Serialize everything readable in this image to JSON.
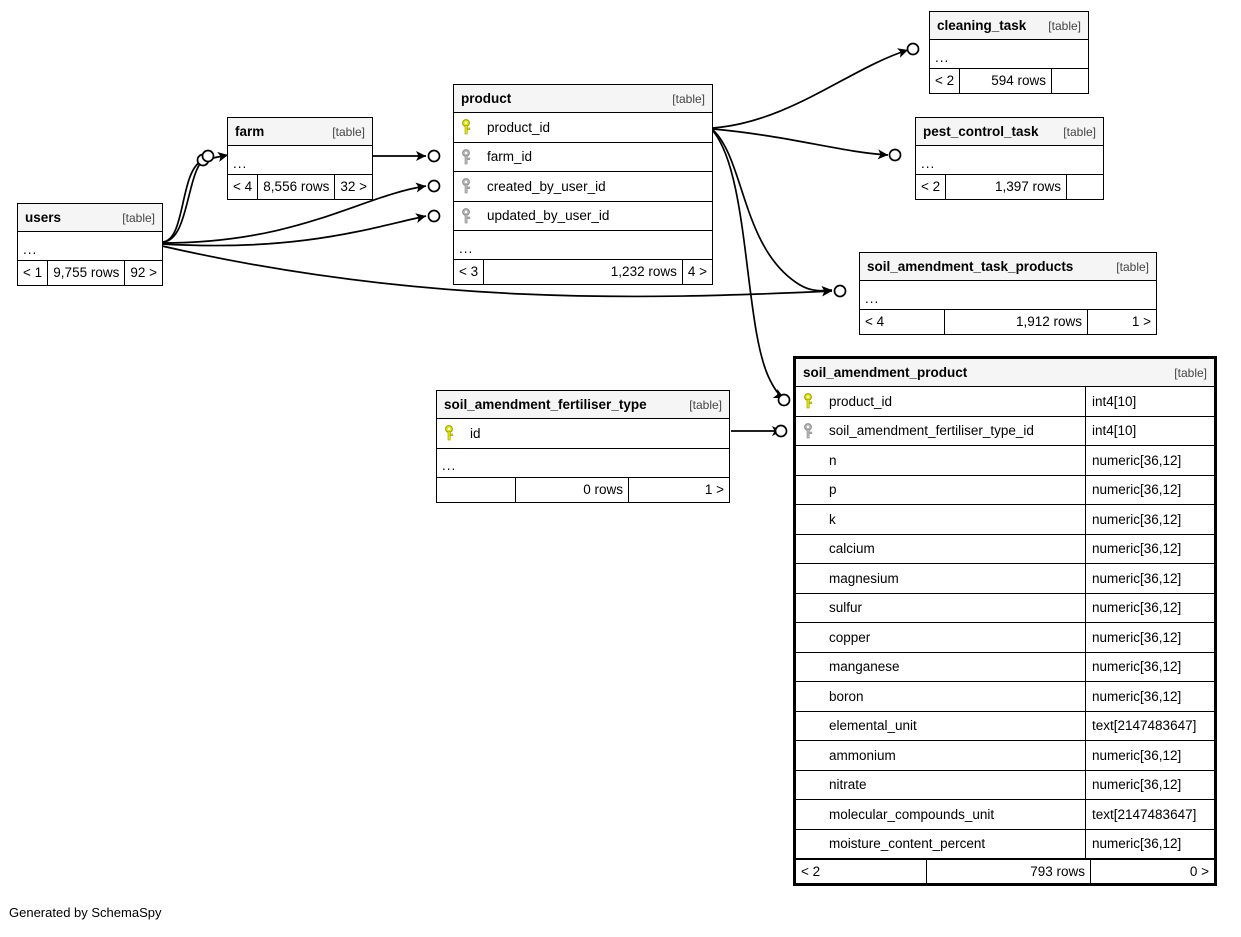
{
  "diagram": {
    "generator_credit": "Generated by SchemaSpy",
    "table_tag": "[table]",
    "ellipsis": "...",
    "rows_suffix": "rows"
  },
  "tables": {
    "users": {
      "name": "users",
      "tag": "[table]",
      "ellipsis": "...",
      "footer": {
        "left": "< 1",
        "mid": "9,755 rows",
        "right": "92 >"
      }
    },
    "farm": {
      "name": "farm",
      "tag": "[table]",
      "ellipsis": "...",
      "footer": {
        "left": "< 4",
        "mid": "8,556 rows",
        "right": "32 >"
      }
    },
    "product": {
      "name": "product",
      "tag": "[table]",
      "ellipsis": "...",
      "columns": [
        {
          "name": "product_id",
          "key": "primary-key-icon"
        },
        {
          "name": "farm_id",
          "key": "foreign-key-icon"
        },
        {
          "name": "created_by_user_id",
          "key": "foreign-key-icon"
        },
        {
          "name": "updated_by_user_id",
          "key": "foreign-key-icon"
        }
      ],
      "footer": {
        "left": "< 3",
        "mid": "1,232 rows",
        "right": "4 >"
      }
    },
    "cleaning_task": {
      "name": "cleaning_task",
      "tag": "[table]",
      "ellipsis": "...",
      "footer": {
        "left": "< 2",
        "mid": "594 rows",
        "right": ""
      }
    },
    "pest_control_task": {
      "name": "pest_control_task",
      "tag": "[table]",
      "ellipsis": "...",
      "footer": {
        "left": "< 2",
        "mid": "1,397 rows",
        "right": ""
      }
    },
    "soil_amendment_task_products": {
      "name": "soil_amendment_task_products",
      "tag": "[table]",
      "ellipsis": "...",
      "footer": {
        "left": "< 4",
        "mid": "1,912 rows",
        "right": "1 >"
      }
    },
    "soil_amendment_fertiliser_type": {
      "name": "soil_amendment_fertiliser_type",
      "tag": "[table]",
      "ellipsis": "...",
      "columns": [
        {
          "name": "id",
          "key": "primary-key-icon"
        }
      ],
      "footer": {
        "left": "",
        "mid": "0 rows",
        "right": "1 >"
      }
    },
    "soil_amendment_product": {
      "name": "soil_amendment_product",
      "tag": "[table]",
      "columns": [
        {
          "name": "product_id",
          "type": "int4[10]",
          "key": "primary-key-icon"
        },
        {
          "name": "soil_amendment_fertiliser_type_id",
          "type": "int4[10]",
          "key": "foreign-key-icon"
        },
        {
          "name": "n",
          "type": "numeric[36,12]",
          "key": "none"
        },
        {
          "name": "p",
          "type": "numeric[36,12]",
          "key": "none"
        },
        {
          "name": "k",
          "type": "numeric[36,12]",
          "key": "none"
        },
        {
          "name": "calcium",
          "type": "numeric[36,12]",
          "key": "none"
        },
        {
          "name": "magnesium",
          "type": "numeric[36,12]",
          "key": "none"
        },
        {
          "name": "sulfur",
          "type": "numeric[36,12]",
          "key": "none"
        },
        {
          "name": "copper",
          "type": "numeric[36,12]",
          "key": "none"
        },
        {
          "name": "manganese",
          "type": "numeric[36,12]",
          "key": "none"
        },
        {
          "name": "boron",
          "type": "numeric[36,12]",
          "key": "none"
        },
        {
          "name": "elemental_unit",
          "type": "text[2147483647]",
          "key": "none"
        },
        {
          "name": "ammonium",
          "type": "numeric[36,12]",
          "key": "none"
        },
        {
          "name": "nitrate",
          "type": "numeric[36,12]",
          "key": "none"
        },
        {
          "name": "molecular_compounds_unit",
          "type": "text[2147483647]",
          "key": "none"
        },
        {
          "name": "moisture_content_percent",
          "type": "numeric[36,12]",
          "key": "none"
        }
      ],
      "footer": {
        "left": "< 2",
        "mid": "793 rows",
        "right": "0 >"
      }
    }
  },
  "colors": {
    "primary_key": "#e8e800",
    "foreign_key": "#b0b0b0",
    "header_bg": "#f5f5f5",
    "border": "#000000",
    "background": "#ffffff"
  }
}
